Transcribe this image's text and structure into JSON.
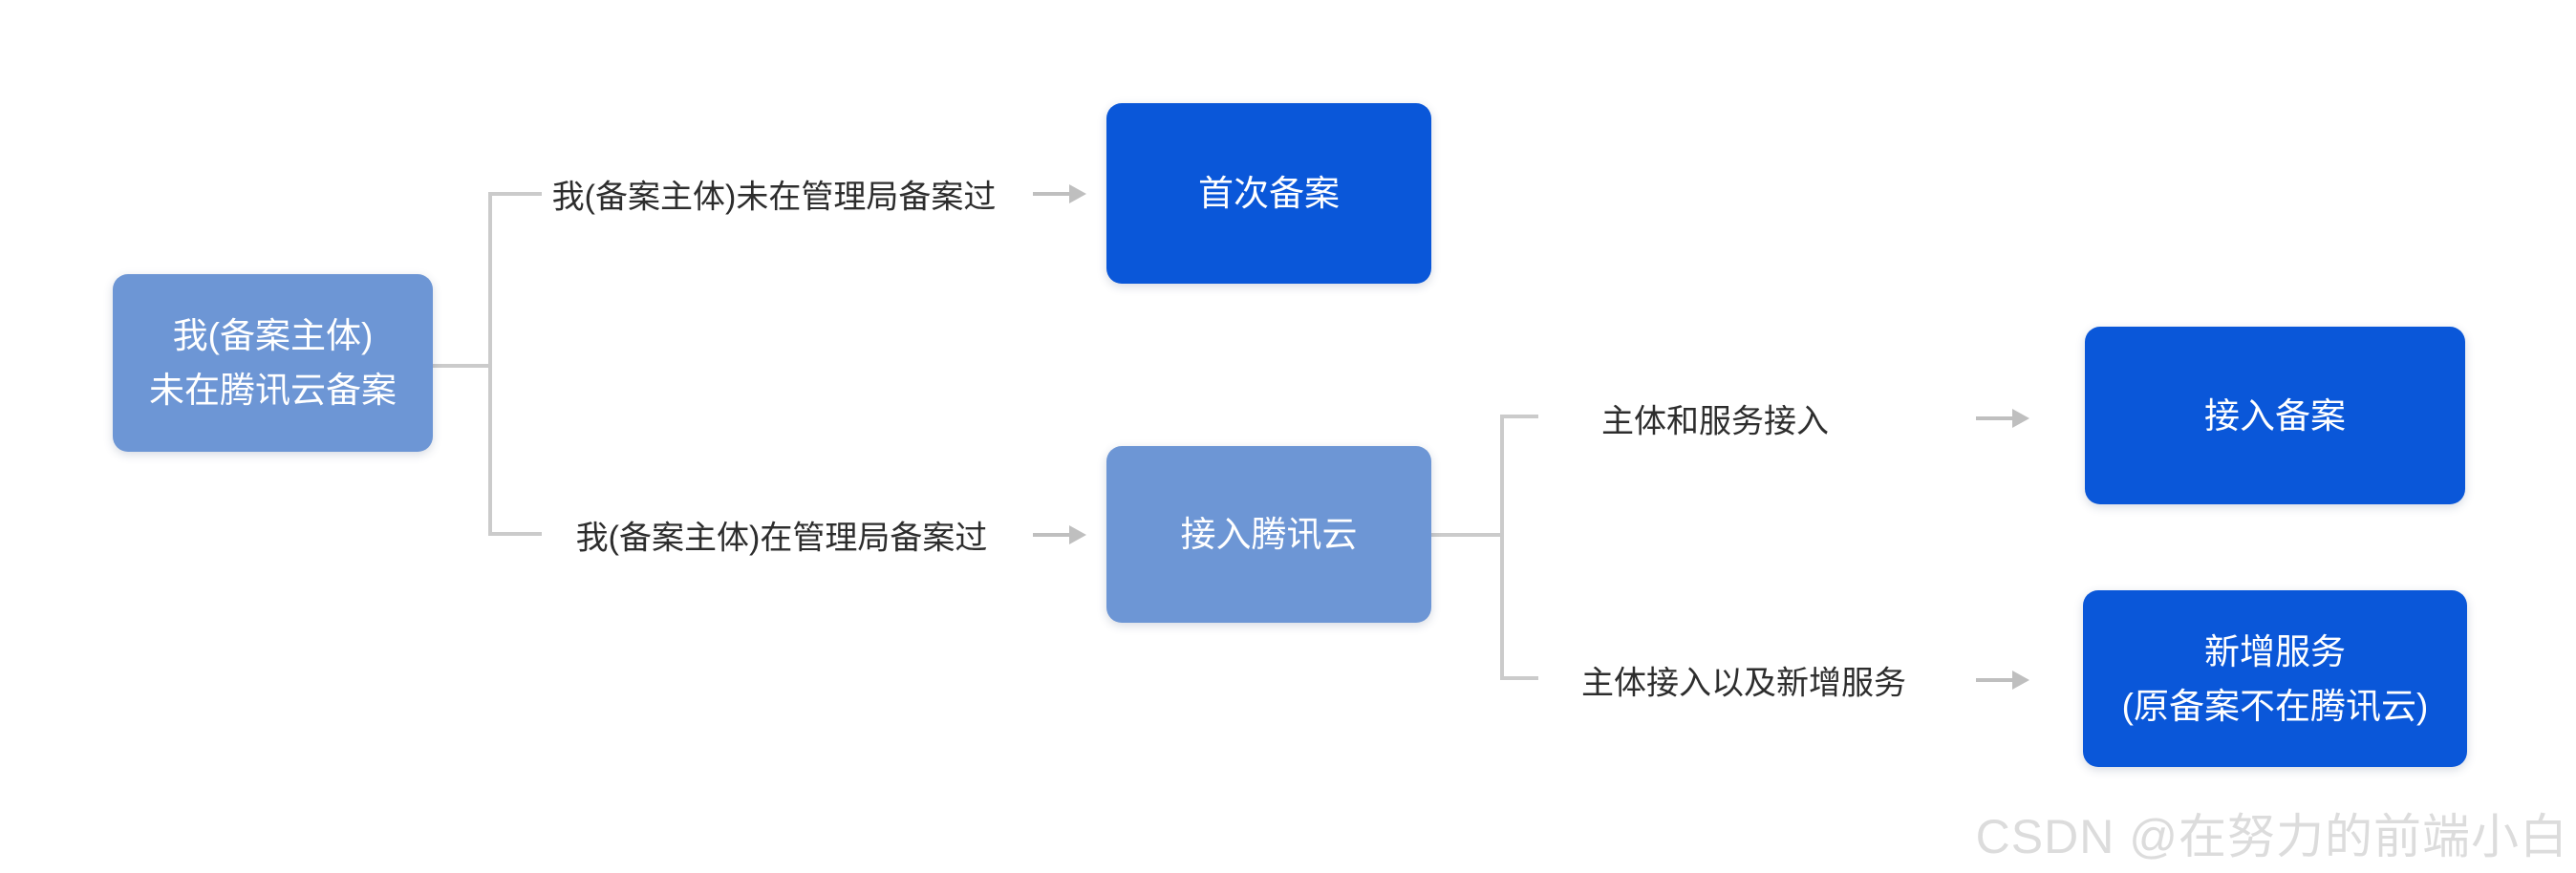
{
  "diagram": {
    "title_hint": "Tencent Cloud ICP filing decision flowchart",
    "nodes": {
      "root": {
        "line1": "我(备案主体)",
        "line2": "未在腾讯云备案",
        "variant": "light"
      },
      "first_filing": {
        "label": "首次备案",
        "variant": "primary"
      },
      "connect_tencent": {
        "label": "接入腾讯云",
        "variant": "light"
      },
      "access_filing": {
        "label": "接入备案",
        "variant": "primary"
      },
      "new_service": {
        "line1": "新增服务",
        "line2": "(原备案不在腾讯云)",
        "variant": "primary"
      }
    },
    "edge_labels": {
      "not_filed": "我(备案主体)未在管理局备案过",
      "filed": "我(备案主体)在管理局备案过",
      "subject_service": "主体和服务接入",
      "subject_new_service": "主体接入以及新增服务"
    }
  },
  "watermark": {
    "text": "CSDN @在努力的前端小白"
  },
  "colors": {
    "primary_blue": "#0A57D9",
    "light_blue": "#6D96D5",
    "line_gray": "#CBCBCB",
    "arrow_gray": "#BFBFBF",
    "label_color": "#2D2D2D",
    "node_text": "#FFFFFF",
    "watermark_color": "#DCDCDC"
  }
}
